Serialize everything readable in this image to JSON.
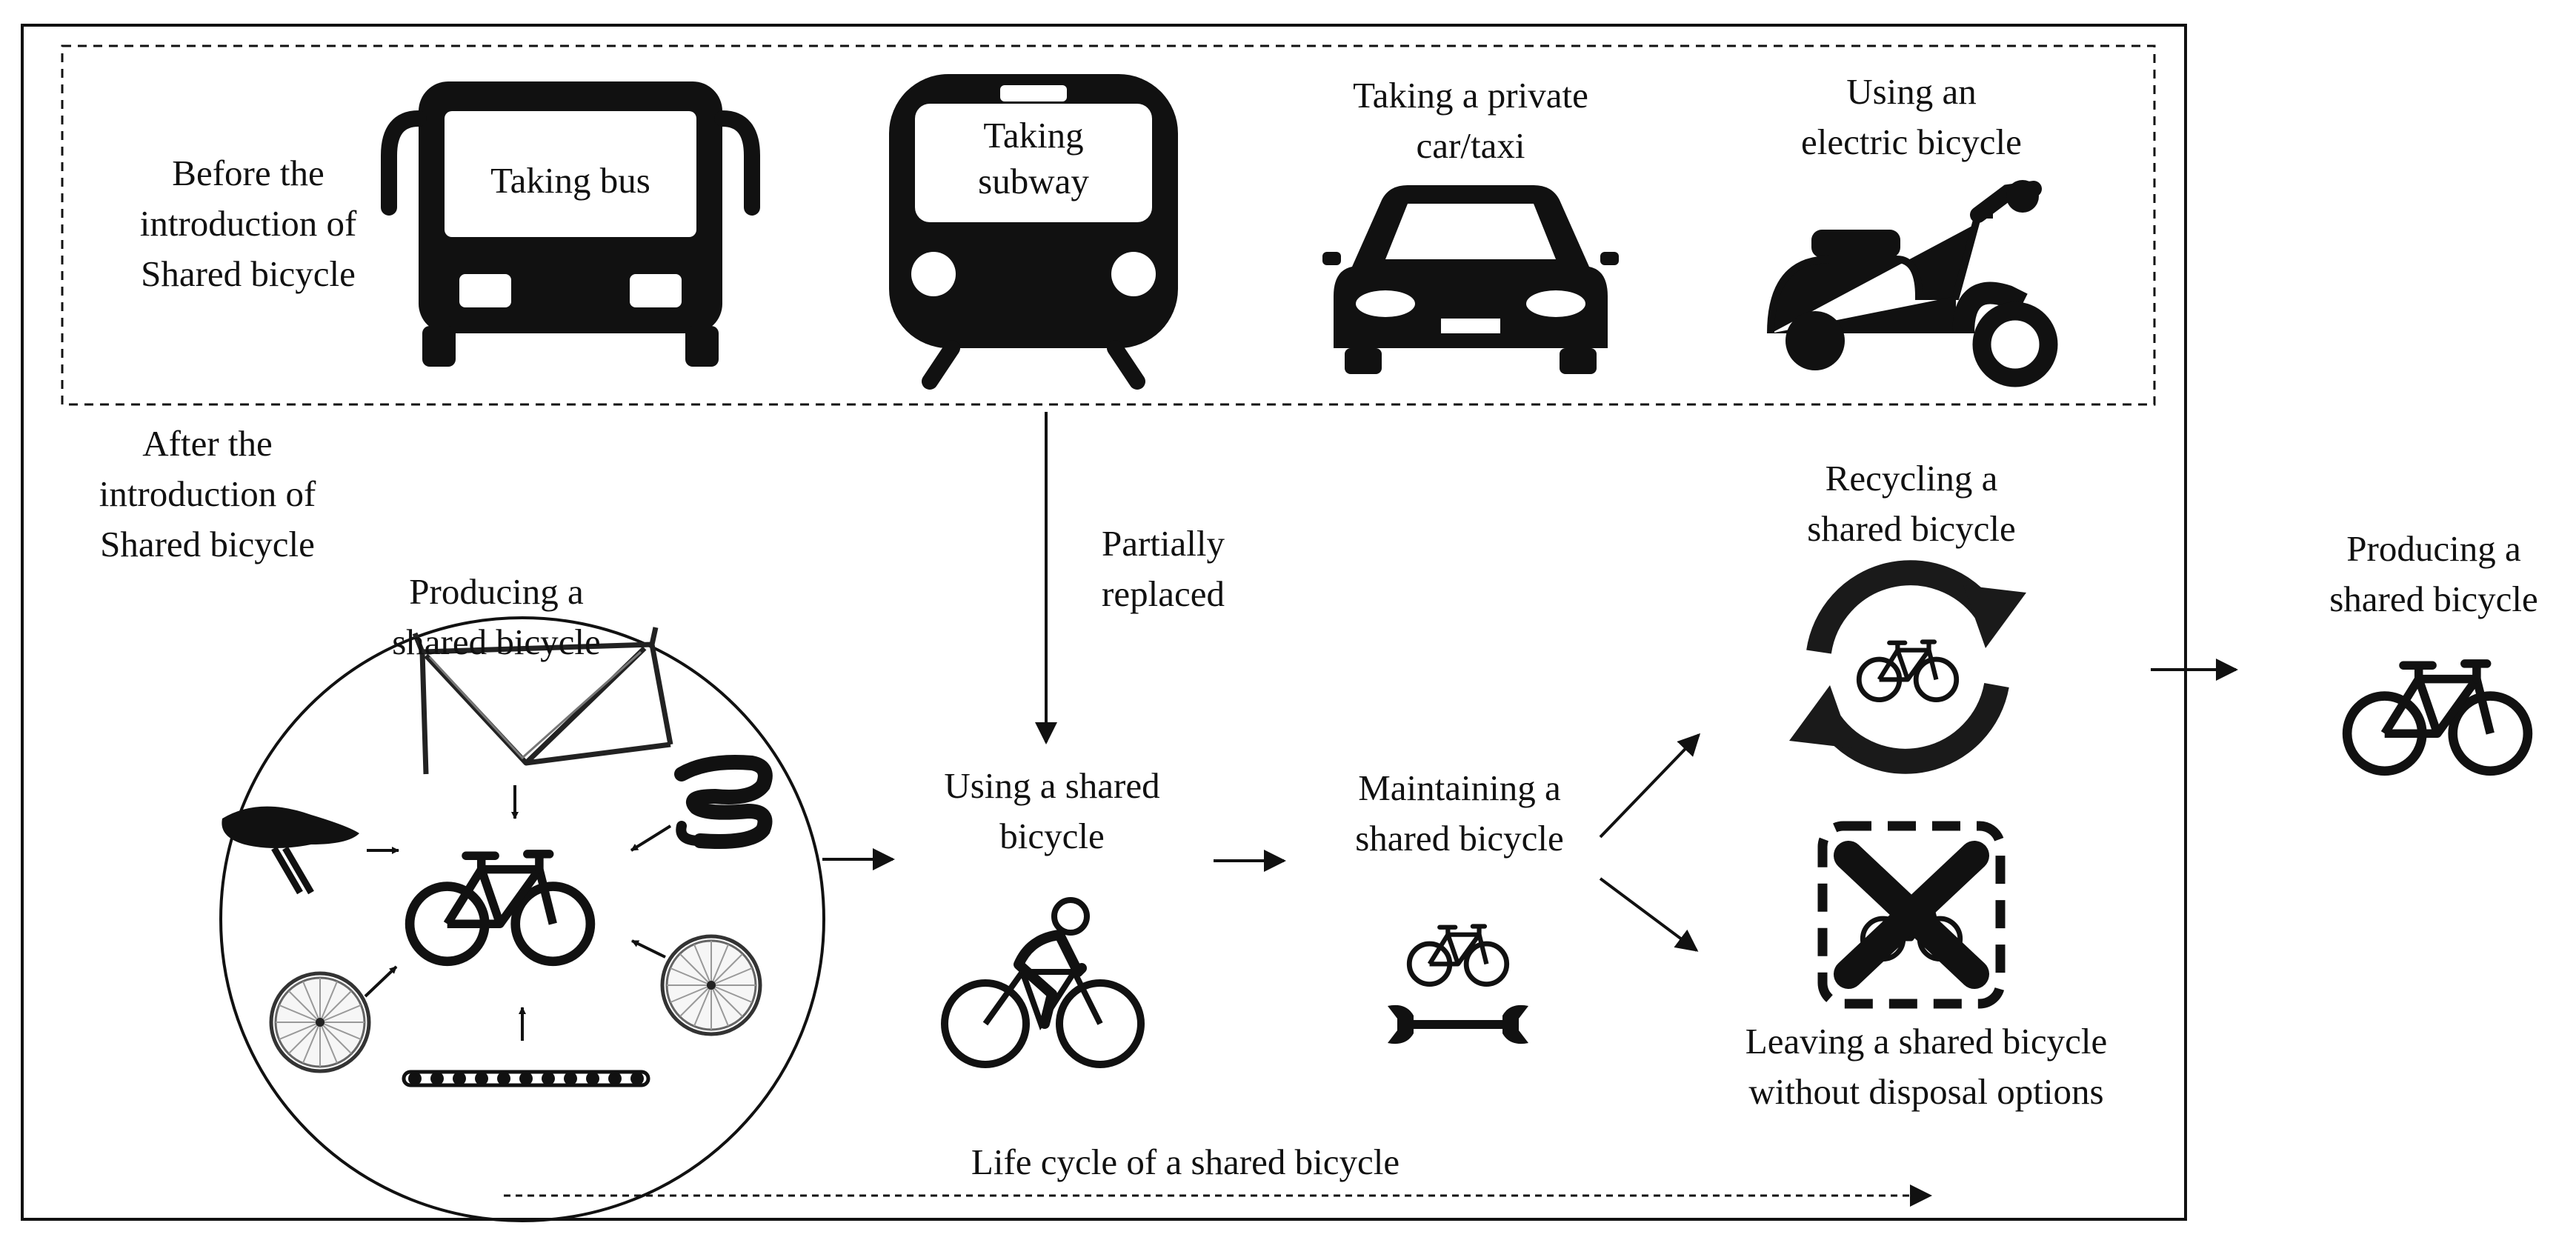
{
  "before": {
    "label_lines": [
      "Before the",
      "introduction of",
      "Shared bicycle"
    ],
    "modes": [
      {
        "icon": "bus-icon",
        "lines": [
          "Taking bus"
        ]
      },
      {
        "icon": "subway-icon",
        "lines": [
          "Taking",
          "subway"
        ]
      },
      {
        "icon": "car-icon",
        "lines": [
          "Taking a private",
          "car/taxi"
        ]
      },
      {
        "icon": "electric-bicycle-icon",
        "lines": [
          "Using an",
          "electric bicycle"
        ]
      }
    ]
  },
  "after": {
    "label_lines": [
      "After the",
      "introduction of",
      "Shared bicycle"
    ]
  },
  "partially_replaced": [
    "Partially",
    "replaced"
  ],
  "producing_circle": {
    "title_lines": [
      "Producing a",
      "shared bicycle"
    ],
    "parts": [
      "bicycle-frame-icon",
      "saddle-icon",
      "handlebar-icon",
      "front-wheel-icon",
      "rear-wheel-icon",
      "chain-icon"
    ]
  },
  "stages": {
    "using": [
      "Using a shared",
      "bicycle"
    ],
    "maintaining": [
      "Maintaining a",
      "shared bicycle"
    ],
    "recycling": [
      "Recycling a",
      "shared bicycle"
    ],
    "leaving": [
      "Leaving a shared bicycle",
      "without disposal options"
    ],
    "producing_right": [
      "Producing a",
      "shared bicycle"
    ]
  },
  "life_cycle": "Life cycle of a shared bicycle"
}
